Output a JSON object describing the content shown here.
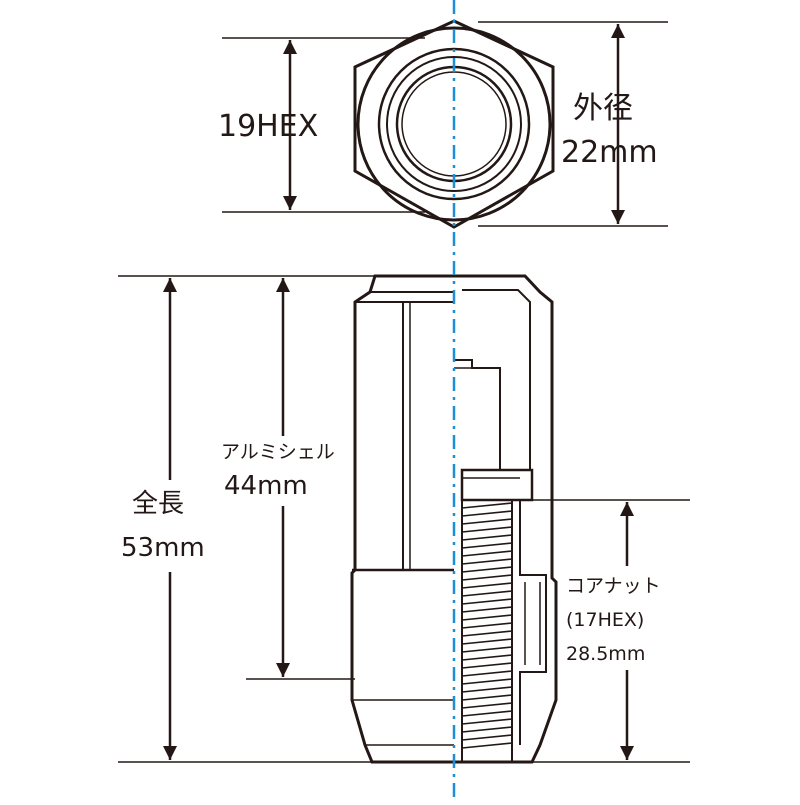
{
  "labels": {
    "hex19": "19HEX",
    "outer_dia_title": "外径",
    "outer_dia_value": "22mm",
    "shell_title": "アルミシェル",
    "shell_value": "44mm",
    "total_title": "全長",
    "total_value": "53mm",
    "core_title": "コアナット",
    "core_hex": "(17HEX)",
    "core_value": "28.5mm"
  },
  "colors": {
    "line": "#231815",
    "centerline": "#1e8fd6",
    "background": "#ffffff"
  }
}
